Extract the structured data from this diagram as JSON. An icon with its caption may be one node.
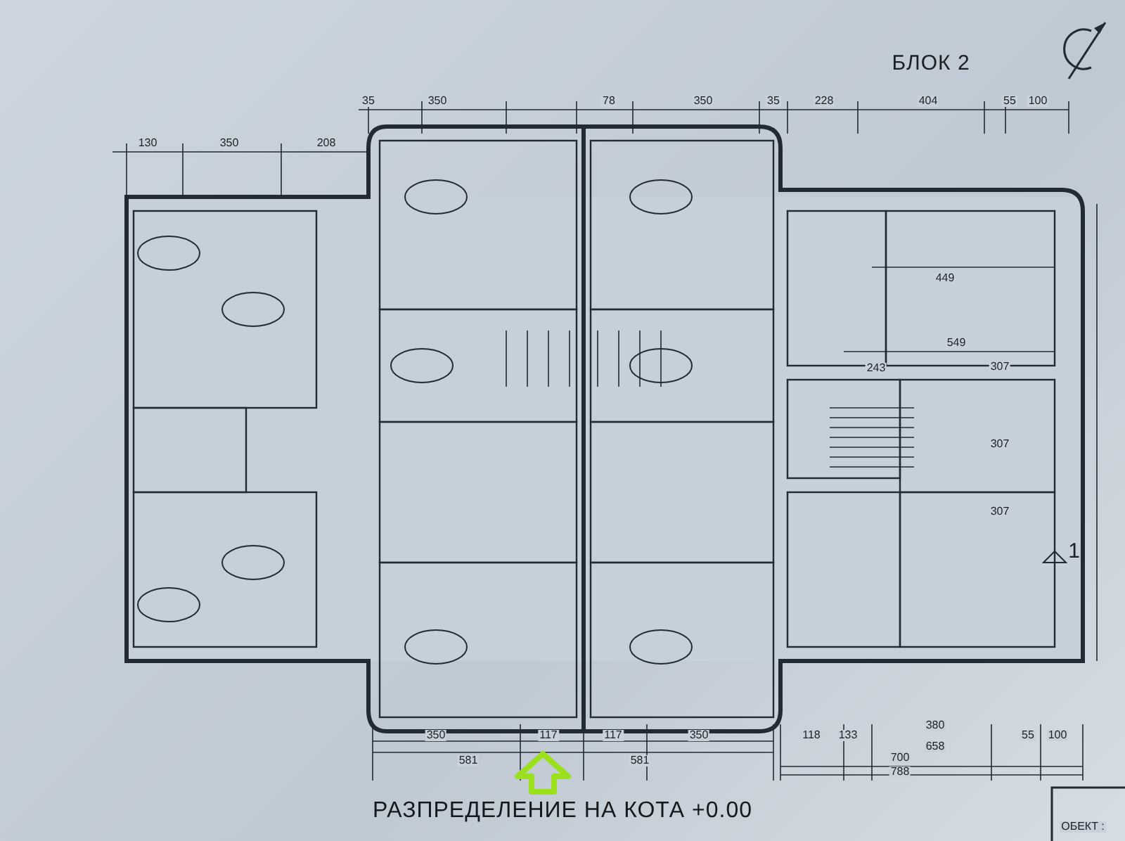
{
  "diagram": {
    "title": "РАЗПРЕДЕЛЕНИЕ НА КОТА +0.00",
    "labels": [
      "БЛОК 2",
      "35",
      "350",
      "78",
      "350",
      "35",
      "228",
      "404",
      "55",
      "100",
      "130",
      "350",
      "208",
      "449",
      "549",
      "243",
      "307",
      "307",
      "307",
      "1",
      "350",
      "117",
      "117",
      "350",
      "118",
      "133",
      "658",
      "380",
      "55",
      "100",
      "581",
      "581",
      "700",
      "788",
      "ОБЕКТ :"
    ]
  }
}
